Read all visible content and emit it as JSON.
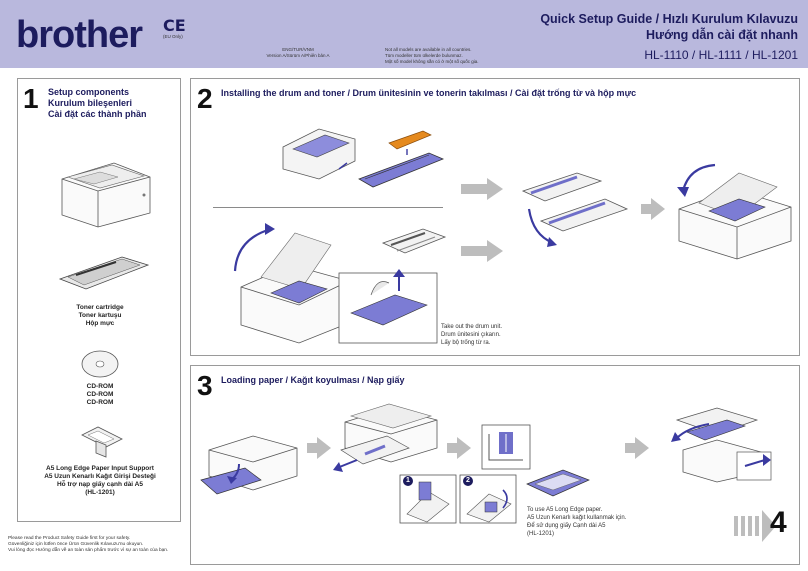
{
  "header": {
    "logo": "brother",
    "ce_mark": "CE",
    "eu_only": "(EU Only)",
    "version_lines": [
      "ENG/TUR/VNM",
      "Version A/Sürüm A/Phiên bản A"
    ],
    "note_lines": [
      "Not all models are available in all countries.",
      "Tüm modeller tüm ülkelerde bulunmaz.",
      "Một số model không sẵn có ở một số quốc gia."
    ],
    "title_line1": "Quick Setup Guide / Hızlı Kurulum Kılavuzu",
    "title_line2": "Hướng dẫn cài đặt nhanh",
    "models": "HL-1110 / HL-1111 / HL-1201"
  },
  "step1": {
    "number": "1",
    "heading": [
      "Setup components",
      "Kurulum bileşenleri",
      "Cài đặt các thành phần"
    ],
    "toner_caption": [
      "Toner cartridge",
      "Toner kartuşu",
      "Hộp mực"
    ],
    "cdrom_caption": [
      "CD-ROM",
      "CD-ROM",
      "CD-ROM"
    ],
    "a5_caption": [
      "A5 Long Edge Paper Input Support",
      "A5 Uzun Kenarlı Kağıt Girişi Desteği",
      "Hỗ trợ nạp giấy cạnh dài A5",
      "(HL-1201)"
    ]
  },
  "step2": {
    "number": "2",
    "heading": "Installing the drum and toner / Drum ünitesinin ve tonerin takılması / Cài đặt trống từ và hộp mực",
    "note": [
      "Take out the drum unit.",
      "Drum ünitesini çıkarın.",
      "Lấy bộ trống từ ra."
    ]
  },
  "step3": {
    "number": "3",
    "heading": "Loading paper / Kağıt koyulması / Nạp giấy",
    "note": [
      "To use A5 Long Edge paper.",
      "A5 Uzun Kenarlı kağıt kullanmak için.",
      "Để sử dụng giấy Cạnh dài A5",
      "(HL-1201)"
    ],
    "badge1": "1",
    "badge2": "2"
  },
  "footer": {
    "lines": [
      "Please read the Product Safety Guide first for your safety.",
      "Güvenliğiniz için lütfen önce Ürün Güvenlik Kılavuzu'nu okuyun.",
      "Vui lòng đọc Hướng dẫn về an toàn sản phẩm trước vì sự an toàn của bạn."
    ]
  },
  "next_step": "4",
  "colors": {
    "header_band": "#b9b8dd",
    "brand_navy": "#1d1c5e",
    "accent_blue": "#6f6fc9",
    "orange_part": "#e58a1f",
    "arrow_gray": "#bdbdbd"
  }
}
